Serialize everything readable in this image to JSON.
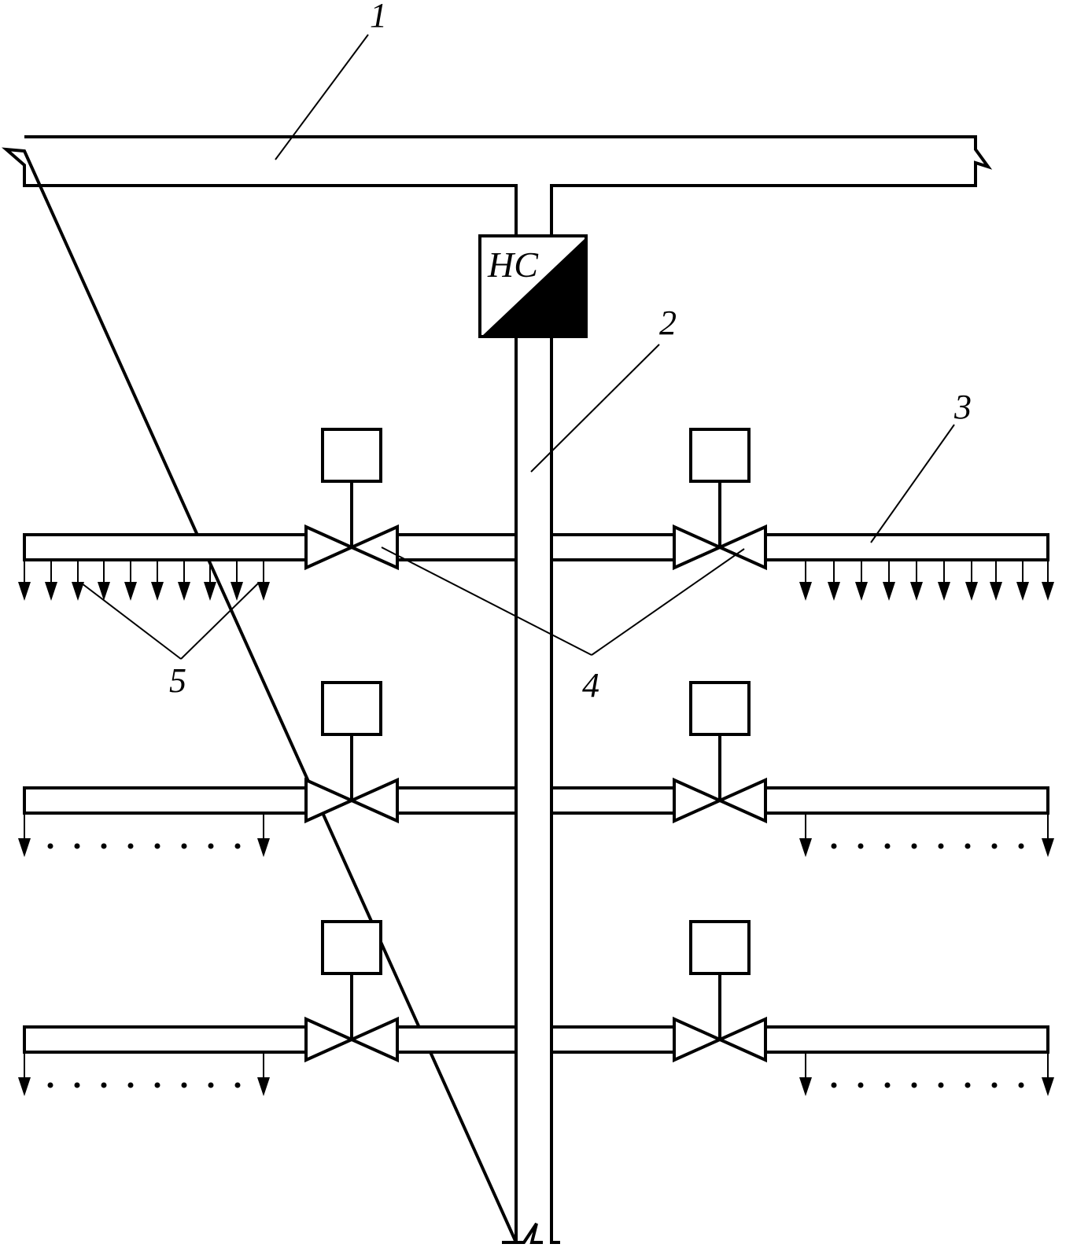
{
  "pump_station": {
    "label": "НС"
  },
  "callouts": [
    "1",
    "2",
    "3",
    "4",
    "5"
  ],
  "tiers": [
    {
      "id": "tier-1",
      "nozzle_style": "all"
    },
    {
      "id": "tier-2",
      "nozzle_style": "dotted"
    },
    {
      "id": "tier-3",
      "nozzle_style": "dotted"
    }
  ],
  "colors": {
    "line": "#000000",
    "background": "#ffffff"
  }
}
